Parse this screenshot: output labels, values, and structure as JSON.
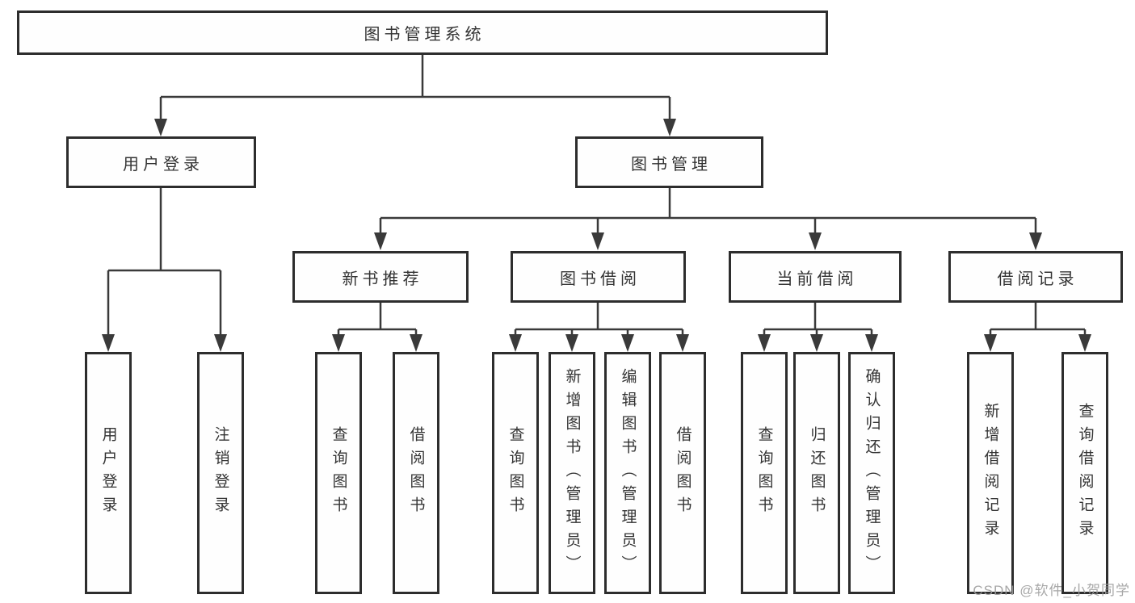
{
  "diagram": {
    "type": "hierarchy-tree",
    "colors": {
      "background": "#ffffff",
      "box_border": "#2d2d2d",
      "connector_line": "#3a3a3a",
      "text": "#333333",
      "watermark_text": "#9e9e9e"
    },
    "tree": {
      "label": "图书管理系统",
      "children": [
        {
          "label": "用户登录",
          "children": [
            {
              "label": "用户登录"
            },
            {
              "label": "注销登录"
            }
          ]
        },
        {
          "label": "图书管理",
          "children": [
            {
              "label": "新书推荐",
              "children": [
                {
                  "label": "查询图书"
                },
                {
                  "label": "借阅图书"
                }
              ]
            },
            {
              "label": "图书借阅",
              "children": [
                {
                  "label": "查询图书"
                },
                {
                  "label": "新增图书（管理员）"
                },
                {
                  "label": "编辑图书（管理员）"
                },
                {
                  "label": "借阅图书"
                }
              ]
            },
            {
              "label": "当前借阅",
              "children": [
                {
                  "label": "查询图书"
                },
                {
                  "label": "归还图书"
                },
                {
                  "label": "确认归还（管理员）"
                }
              ]
            },
            {
              "label": "借阅记录",
              "children": [
                {
                  "label": "新增借阅记录"
                },
                {
                  "label": "查询借阅记录"
                }
              ]
            }
          ]
        }
      ]
    },
    "watermark": {
      "text": "CSDN @软件_小贺同学"
    }
  }
}
